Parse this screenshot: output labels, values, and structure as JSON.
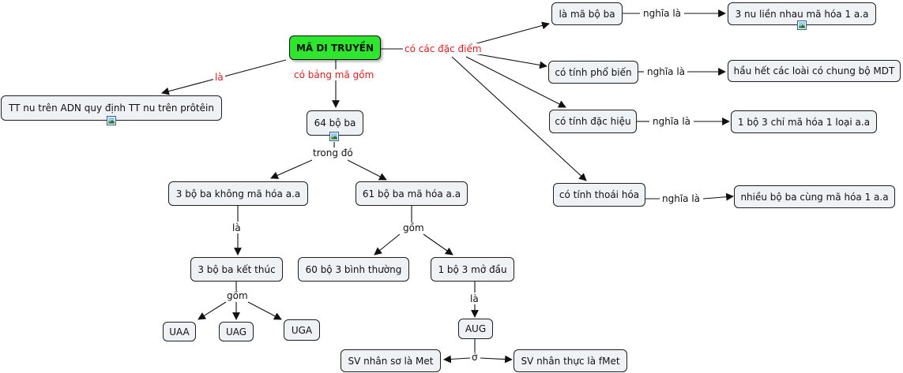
{
  "nodes": {
    "root": "MÃ DI TRUYỀN",
    "definition": "TT nu trên ADN quy định TT nu trên prôtêin",
    "codons64": "64 bộ ba",
    "noncoding3": "3 bộ ba không mã hóa a.a",
    "coding61": "61 bộ ba mã hóa a.a",
    "stop3": "3 bộ ba kết thúc",
    "normal60": "60 bộ 3 bình thường",
    "start1": "1 bộ 3 mở đầu",
    "uaa": "UAA",
    "uag": "UAG",
    "uga": "UGA",
    "aug": "AUG",
    "prokaryote": "SV nhân sơ là Met",
    "eukaryote": "SV nhân thực là fMet",
    "triplet": "là mã bộ ba",
    "triplet_def": "3 nu liền nhau mã hóa 1 a.a",
    "universal": "có tính phổ biến",
    "universal_def": "hầu hết các loài có chung bộ MDT",
    "specific": "có tính đặc hiệu",
    "specific_def": "1 bộ 3 chỉ mã hóa 1 loại a.a",
    "degenerate": "có tính thoái hóa",
    "degenerate_def": "nhiều bộ ba cùng mã hóa 1 a.a"
  },
  "links": {
    "is": "là",
    "has_table": "có bảng mã gồm",
    "features": "có các đặc điểm",
    "among": "trong đó",
    "is_stop": "là",
    "includes_coding": "gồm",
    "includes_stop": "gồm",
    "is_start": "là",
    "at": "ở",
    "means_triplet": "nghĩa là",
    "means_universal": "nghĩa là",
    "means_specific": "nghĩa là",
    "means_degenerate": "nghĩa là"
  },
  "colors": {
    "root_fill": "#2ee62e",
    "node_fill": "#eef2f4",
    "link_text_red": "#d62020",
    "line": "#111111"
  },
  "icons": [
    "image-icon"
  ]
}
